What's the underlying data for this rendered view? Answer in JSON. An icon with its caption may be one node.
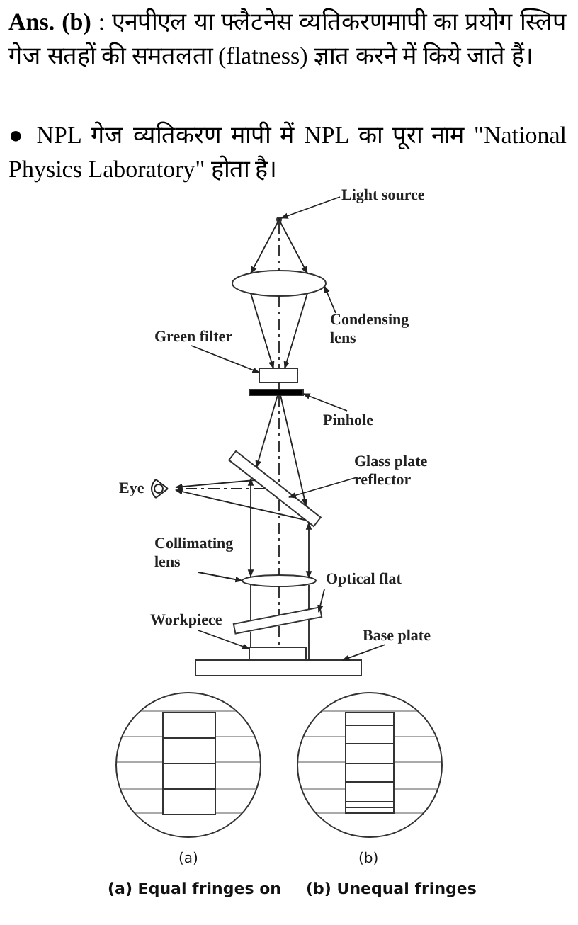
{
  "diagram": {
    "nodes": [
      {
        "text": [
          "Light source"
        ]
      },
      {
        "text": [
          "Condensing lens"
        ]
      },
      {
        "text": [],
        "shape": "ellipse"
      },
      {
        "text": [
          "Green filter"
        ]
      },
      {
        "text": [],
        "shape": "box"
      },
      {
        "text": [
          "Pinhole"
        ]
      },
      {
        "text": [],
        "shape": "bar"
      },
      {
        "text": [
          "Glass plate reflector"
        ]
      },
      {
        "text": [],
        "shape": "bar"
      },
      {
        "text": [
          "Collimating lens"
        ]
      },
      {
        "text": [],
        "shape": "ellipse"
      },
      {
        "text": [
          "Optical flat"
        ]
      },
      {
        "text": [],
        "shape": "bar"
      },
      {
        "text": [
          "Workpiece"
        ]
      },
      {
        "text": [],
        "shape": "box"
      },
      {
        "text": [
          "Base plate"
        ]
      },
      {
        "text": [],
        "shape": "box"
      },
      {
        "text": [],
        "shape": "dot"
      },
      {
        "text": [
          "Eye"
        ]
      }
    ],
    "edges": [
      {
        "from": 0,
        "to": 17,
        "arrow": "to"
      },
      {
        "from": 1,
        "to": 2,
        "arrow": "to"
      },
      {
        "from": 3,
        "to": 4,
        "arrow": "to"
      },
      {
        "from": 5,
        "to": 6,
        "arrow": "to"
      },
      {
        "from": 7,
        "to": 8,
        "arrow": "to"
      },
      {
        "from": 9,
        "to": 10,
        "arrow": "to"
      },
      {
        "from": 11,
        "to": 12,
        "arrow": "to"
      },
      {
        "from": 13,
        "to": 14,
        "arrow": "to"
      },
      {
        "from": 15,
        "to": 16,
        "arrow": "to"
      },
      {
        "from": 17,
        "to": 2,
        "arrow": "to"
      },
      {
        "from": 17,
        "to": 2,
        "arrow": "to"
      },
      {
        "from": 2,
        "to": 4,
        "arrow": "to"
      },
      {
        "from": 2,
        "to": 4,
        "arrow": "to"
      },
      {
        "from": 6,
        "to": 8,
        "arrow": "to"
      },
      {
        "from": 6,
        "to": 8,
        "arrow": "to"
      },
      {
        "from": 8,
        "to": 18,
        "arrow": "to"
      },
      {
        "from": 8,
        "to": 18,
        "arrow": "to"
      },
      {
        "from": 8,
        "to": 10,
        "arrow": "both"
      },
      {
        "from": 8,
        "to": 10,
        "arrow": "both"
      },
      {
        "from": 12,
        "to": 10,
        "arrow": "none"
      },
      {
        "from": 12,
        "to": 10,
        "arrow": "none"
      },
      {
        "from": 14,
        "to": 12,
        "arrow": "none"
      },
      {
        "from": 16,
        "to": 12,
        "arrow": "none"
      },
      {
        "from": 8,
        "to": 18,
        "arrow": "none",
        "style": "dashed"
      },
      {
        "from": 17,
        "to": 2,
        "arrow": "none",
        "style": "dashed"
      },
      {
        "from": 2,
        "to": 4,
        "arrow": "none",
        "style": "dashed"
      },
      {
        "from": 4,
        "to": 6,
        "arrow": "none",
        "style": "dashed"
      },
      {
        "from": 6,
        "to": 8,
        "arrow": "none",
        "style": "dashed"
      },
      {
        "from": 8,
        "to": 10,
        "arrow": "none",
        "style": "dashed"
      },
      {
        "from": 10,
        "to": 12,
        "arrow": "none",
        "style": "dashed"
      },
      {
        "from": 12,
        "to": 14,
        "arrow": "none",
        "style": "dashed"
      }
    ],
    "labels": [
      "**Ans. (b)** : एनपीएल या फ्लैटनेस व्यतिकरणमापी का प्रयोग स्लिप गेज सतहों की समतलता (flatness) ज्ञात करने में किये जाते हैं।",
      "● NPL गेज व्यतिकरण मापी में NPL का पूरा नाम \"National Physics Laboratory\" होता है।",
      "(a)",
      "(b)",
      "(a) Equal fringes on",
      "(b) Unequal fringes"
    ]
  }
}
